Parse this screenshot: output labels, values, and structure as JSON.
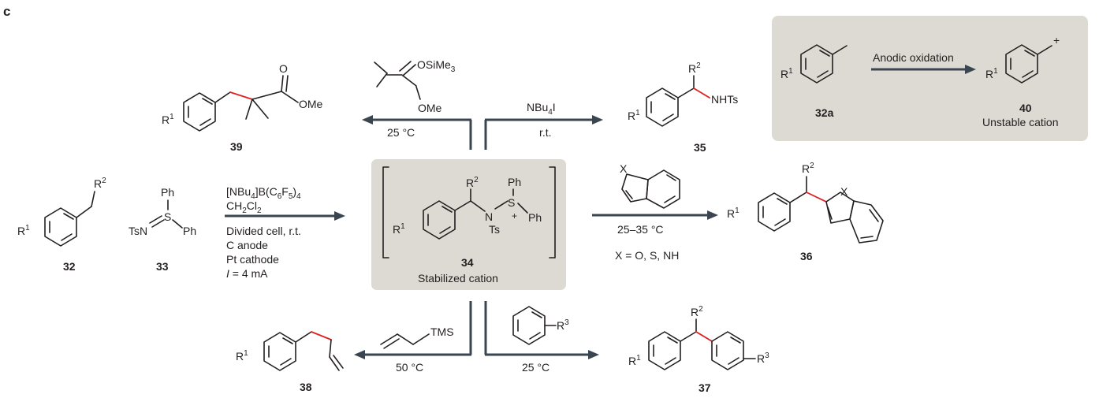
{
  "panel_label": "c",
  "inset": {
    "arrow_label": "Anodic oxidation",
    "start_num": "32a",
    "product_num": "40",
    "product_desc": "Unstable cation",
    "plus": "+"
  },
  "reagents_main": {
    "line1_a": "[NBu",
    "line1_b": "4",
    "line1_c": "]B(C",
    "line1_d": "6",
    "line1_e": "F",
    "line1_f": "5",
    "line1_g": ")",
    "line1_h": "4",
    "line2_a": "CH",
    "line2_b": "2",
    "line2_c": "Cl",
    "line2_d": "2",
    "line3": "Divided cell, r.t.",
    "line4": "C anode",
    "line5": "Pt cathode",
    "line6_i": "I",
    "line6_rest": " = 4 mA"
  },
  "compounds": {
    "c32": "32",
    "c33": "33",
    "c34": "34",
    "c34_desc": "Stabilized cation",
    "c35": "35",
    "c36": "36",
    "c37": "37",
    "c38": "38",
    "c39": "39"
  },
  "atoms": {
    "R": "R",
    "sup1": "1",
    "sup2": "2",
    "sup3": "3",
    "Ph": "Ph",
    "S": "S",
    "TsN": "TsN",
    "N": "N",
    "Ts": "Ts",
    "plus": "+",
    "NHTs": "NHTs",
    "X": "X",
    "O": "O",
    "OMe": "OMe",
    "OSiMe_a": "OSiMe",
    "OSiMe_b": "3",
    "TMS": "TMS"
  },
  "conditions": {
    "silyl_temp": "25 °C",
    "nbu4i_a": "NBu",
    "nbu4i_b": "4",
    "nbu4i_c": "I",
    "nbu4i_temp": "r.t.",
    "indole_temp": "25–35 °C",
    "x_def": "X = O, S, NH",
    "allyl_temp": "50 °C",
    "arene_temp": "25 °C"
  }
}
